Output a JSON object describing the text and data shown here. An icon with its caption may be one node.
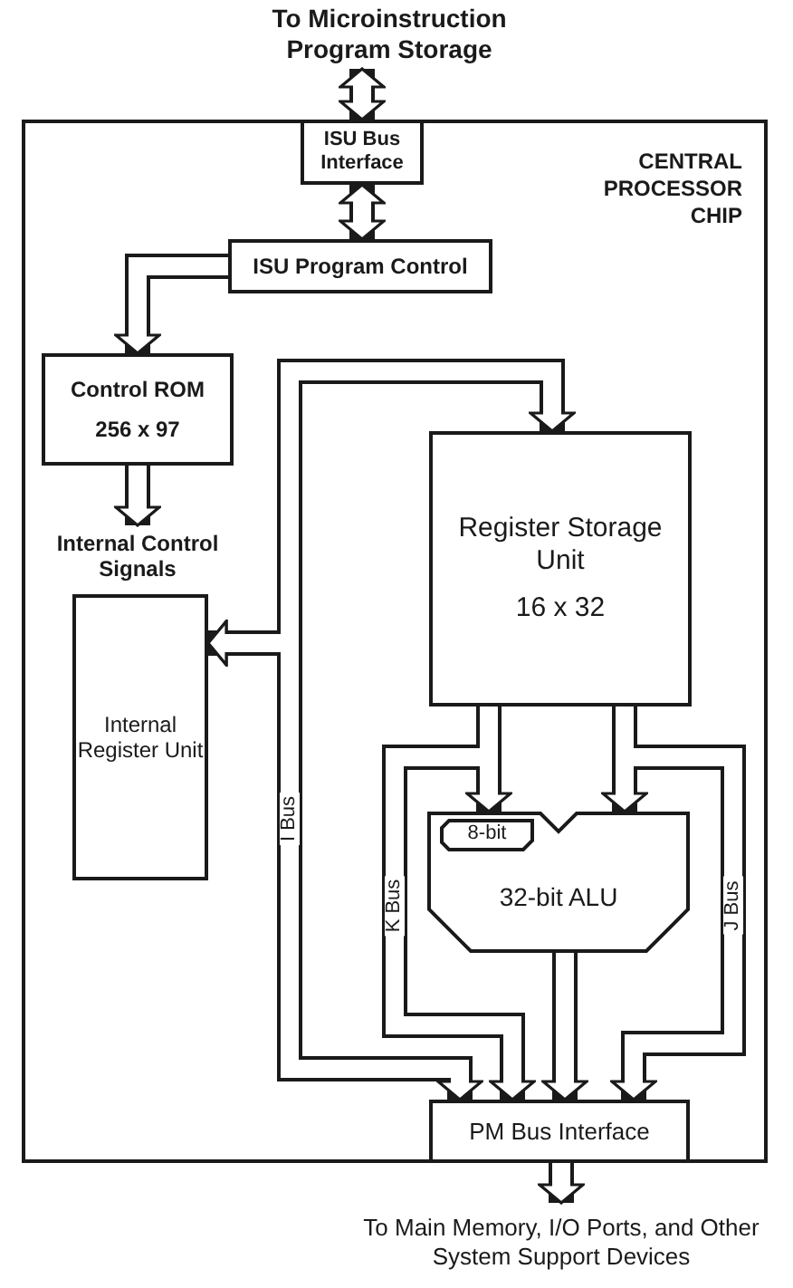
{
  "diagram": {
    "nodes": [
      {
        "text": [
          "To Microinstruction Program Storage"
        ]
      },
      {
        "text": [
          "CENTRAL PROCESSOR CHIP"
        ]
      },
      {
        "text": [
          "ISU Bus Interface"
        ],
        "in": 1
      },
      {
        "text": [
          "ISU Program Control"
        ],
        "in": 1
      },
      {
        "text": [
          "Control ROM",
          "256 x 97"
        ],
        "in": 1
      },
      {
        "text": [
          "Internal Control Signals"
        ],
        "in": 1
      },
      {
        "text": [
          "Internal Register Unit"
        ],
        "in": 1
      },
      {
        "text": [
          "Register Storage Unit",
          "16 x 32"
        ],
        "in": 1
      },
      {
        "text": [
          "32-bit ALU"
        ],
        "in": 1
      },
      {
        "text": [
          "8-bit"
        ],
        "in": 8
      },
      {
        "text": [
          "PM Bus Interface"
        ],
        "in": 1
      },
      {
        "text": [
          "To Main Memory, I/O Ports, and Other System Support Devices"
        ]
      }
    ],
    "edges": [
      {
        "from": 0,
        "to": 2,
        "arrow": "both"
      },
      {
        "from": 2,
        "to": 3,
        "arrow": "both"
      },
      {
        "from": 3,
        "to": 4,
        "arrow": "to"
      },
      {
        "from": 4,
        "to": 5,
        "arrow": "to"
      },
      {
        "from": 6,
        "to": 7,
        "arrow": "both"
      },
      {
        "from": 6,
        "to": 10,
        "arrow": "both",
        "label": "I Bus"
      },
      {
        "from": 7,
        "to": 8,
        "arrow": "to"
      },
      {
        "from": 7,
        "to": 8,
        "arrow": "to"
      },
      {
        "from": 7,
        "to": 10,
        "arrow": "to",
        "label": "K Bus"
      },
      {
        "from": 7,
        "to": 10,
        "arrow": "to",
        "label": "J Bus"
      },
      {
        "from": 8,
        "to": 10,
        "arrow": "to"
      },
      {
        "from": 10,
        "to": 11,
        "arrow": "to"
      }
    ]
  }
}
